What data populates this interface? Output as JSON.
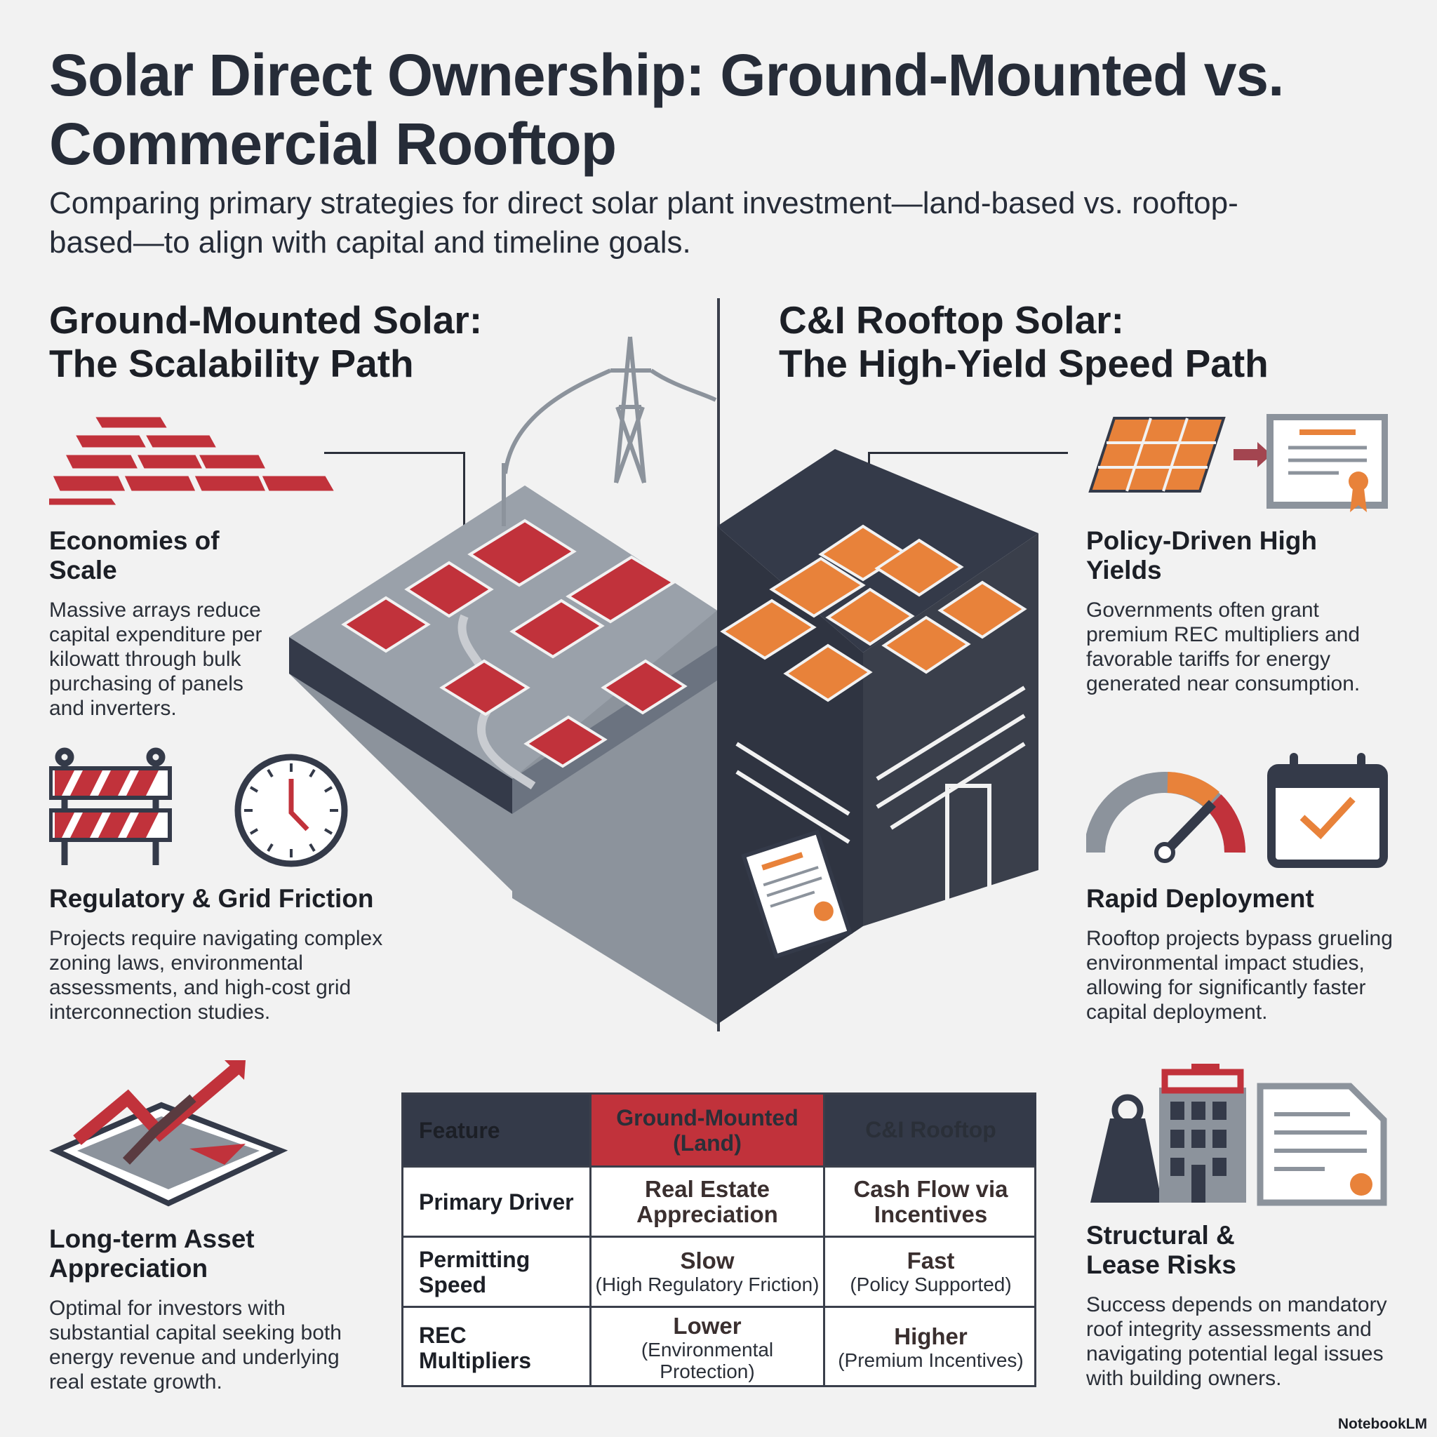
{
  "title": "Solar Direct Ownership: Ground-Mounted vs. Commercial Rooftop",
  "subtitle": "Comparing primary strategies for direct solar plant investment—land-based vs. rooftop-based—to align with capital and timeline goals.",
  "left": {
    "heading_line1": "Ground-Mounted Solar:",
    "heading_line2": "The Scalability Path",
    "features": [
      {
        "icon": "brick-stack-icon",
        "title": "Economies of Scale",
        "body": "Massive arrays reduce capital expenditure per kilowatt through bulk purchasing of panels and inverters."
      },
      {
        "icon": "barricade-clock-icon",
        "title": "Regulatory & Grid Friction",
        "body": "Projects require navigating complex zoning laws, environmental assessments, and high-cost grid interconnection studies."
      },
      {
        "icon": "rising-land-chart-icon",
        "title": "Long-term Asset Appreciation",
        "body": "Optimal for investors with substantial capital seeking both energy revenue and underlying real estate growth."
      }
    ]
  },
  "right": {
    "heading_line1": "C&I Rooftop Solar:",
    "heading_line2": "The High-Yield Speed Path",
    "features": [
      {
        "icon": "panel-to-certificate-icon",
        "title": "Policy-Driven High Yields",
        "body": "Governments often grant premium REC multipliers and favorable tariffs for energy generated near consumption."
      },
      {
        "icon": "gauge-calendar-icon",
        "title": "Rapid Deployment",
        "body": "Rooftop projects bypass grueling environmental impact studies, allowing for significantly faster capital deployment."
      },
      {
        "icon": "weight-building-document-icon",
        "title": "Structural & Lease Risks",
        "body": "Success depends on mandatory roof integrity assessments and navigating potential legal issues with building owners."
      }
    ]
  },
  "table": {
    "headers": [
      "Feature",
      "Ground-Mounted (Land)",
      "C&I Rooftop"
    ],
    "rows": [
      {
        "label": "Primary Driver",
        "ground_main": "Real Estate Appreciation",
        "ground_sub": "",
        "roof_main": "Cash Flow via Incentives",
        "roof_sub": ""
      },
      {
        "label": "Permitting Speed",
        "ground_main": "Slow",
        "ground_sub": "(High Regulatory Friction)",
        "roof_main": "Fast",
        "roof_sub": "(Policy Supported)"
      },
      {
        "label": "REC Multipliers",
        "ground_main": "Lower",
        "ground_sub": "(Environmental Protection)",
        "roof_main": "Higher",
        "roof_sub": "(Premium Incentives)"
      }
    ]
  },
  "brand": "NotebookLM",
  "colors": {
    "red": "#c1323b",
    "orange": "#e8823a",
    "dark": "#343a49",
    "gray": "#8c939c"
  }
}
